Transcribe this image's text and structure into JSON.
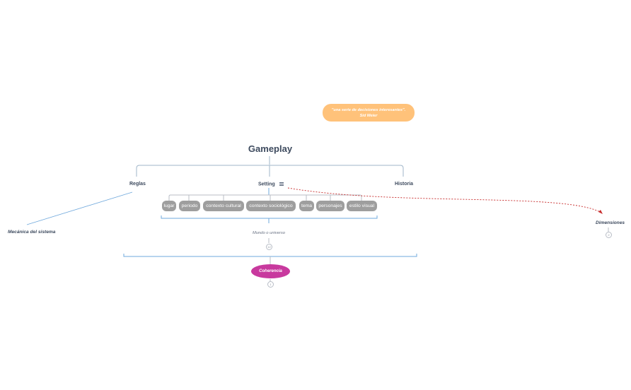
{
  "map": {
    "root": "Gameplay",
    "branches": [
      "Reglas",
      "Setting",
      "Historia"
    ],
    "setting_topics": [
      "lugar",
      "periodo",
      "contexto cultural",
      "contexto sociológico",
      "tema",
      "personajes",
      "estilo visual"
    ],
    "quote_line1": "\"una serie de decisiones interesantes\".",
    "quote_line2": "Sid Meier",
    "floating": {
      "mecanica": "Mecánica del sistema",
      "dimensiones": "Dimensiones"
    },
    "summary_label": "Mundo o universo",
    "coherencia": "Coherencia",
    "badges": [
      "12",
      "2",
      "1"
    ]
  },
  "colors": {
    "quote_bg": "#ffc27a",
    "chip_bg": "#9e9e9e",
    "coherencia_bg": "#c8399e",
    "relationship": "#c62828",
    "line": "#9fb4c8"
  }
}
